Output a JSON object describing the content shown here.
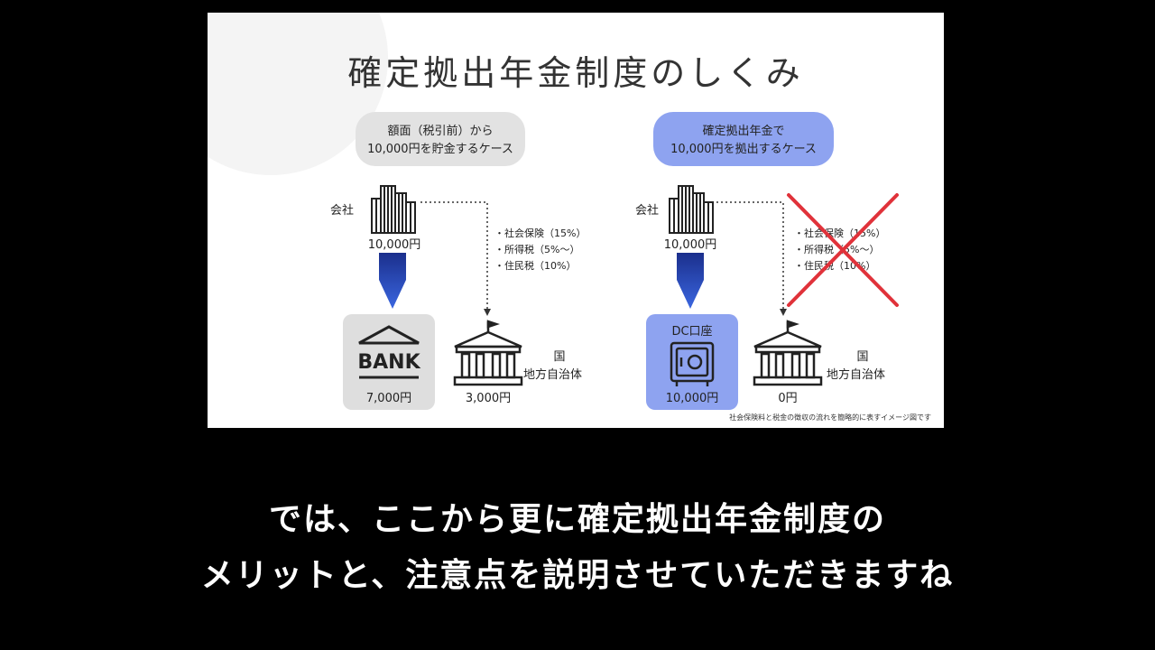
{
  "slide": {
    "title": "確定拠出年金制度のしくみ",
    "left": {
      "bubble_line1": "額面（税引前）から",
      "bubble_line2": "10,000円を貯金するケース",
      "company_label": "会社",
      "company_amount": "10,000円",
      "deductions": [
        "社会保険（15%）",
        "所得税（5%〜）",
        "住民税（10%）"
      ],
      "bank_icon_text": "BANK",
      "bank_amount": "7,000円",
      "gov_amount": "3,000円",
      "gov_label_line1": "国",
      "gov_label_line2": "地方自治体"
    },
    "right": {
      "bubble_line1": "確定拠出年金で",
      "bubble_line2": "10,000円を拠出するケース",
      "company_label": "会社",
      "company_amount": "10,000円",
      "deductions": [
        "社会保険（15%）",
        "所得税（5%〜）",
        "住民税（10%）"
      ],
      "dc_label": "DC口座",
      "dc_amount": "10,000円",
      "gov_amount": "0円",
      "gov_label_line1": "国",
      "gov_label_line2": "地方自治体"
    },
    "footnote": "社会保険料と税金の徴収の流れを簡略的に表すイメージ図です",
    "colors": {
      "accent_blue": "#8ea3f0",
      "arrow_blue": "#1f3fb8",
      "cross_red": "#e0323a",
      "bubble_gray": "#e2e2e2"
    }
  },
  "subtitle": {
    "line1": "では、ここから更に確定拠出年金制度の",
    "line2": "メリットと、注意点を説明させていただきますね"
  },
  "icons": [
    "building-icon",
    "bank-icon",
    "government-building-icon",
    "safe-icon",
    "red-cross-icon"
  ]
}
